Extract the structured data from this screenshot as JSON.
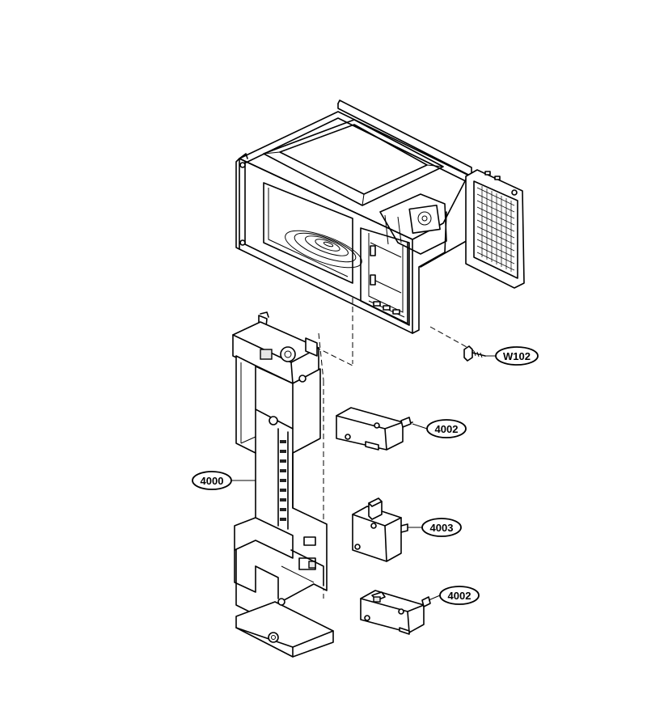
{
  "callouts": [
    {
      "id": "w102",
      "label": "W102"
    },
    {
      "id": "4002a",
      "label": "4002"
    },
    {
      "id": "4000",
      "label": "4000"
    },
    {
      "id": "4003",
      "label": "4003"
    },
    {
      "id": "4002b",
      "label": "4002"
    }
  ]
}
